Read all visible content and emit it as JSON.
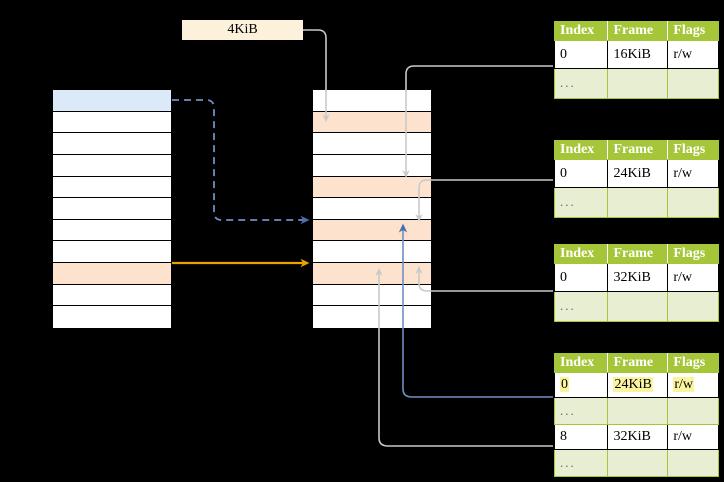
{
  "diagram": {
    "title_label": "4KiB",
    "accent_colors": {
      "table_header_green": "#a6c63a",
      "dots_row_green": "#e8eed2",
      "highlight_yellow": "#faf4a0",
      "selected_blue_row": "#dce9f9",
      "selected_peach_row": "#fde3cd",
      "size_label_bg": "#fdf1dc",
      "blue_arrow": "#6f8fc4",
      "orange_arrow": "#e8a302",
      "gray_arrow": "#b9b9b9"
    },
    "left_column": {
      "name": "virtual-address-space",
      "rows": [
        {
          "index": 0,
          "fill": "blue",
          "label": ""
        },
        {
          "index": 1,
          "fill": "white",
          "label": ""
        },
        {
          "index": 2,
          "fill": "white",
          "label": ""
        },
        {
          "index": 3,
          "fill": "white",
          "label": ""
        },
        {
          "index": 4,
          "fill": "white",
          "label": ""
        },
        {
          "index": 5,
          "fill": "white",
          "label": ""
        },
        {
          "index": 6,
          "fill": "white",
          "label": ""
        },
        {
          "index": 7,
          "fill": "white",
          "label": ""
        },
        {
          "index": 8,
          "fill": "peach",
          "label": ""
        },
        {
          "index": 9,
          "fill": "white",
          "label": ""
        },
        {
          "index": 10,
          "fill": "white",
          "label": ""
        }
      ]
    },
    "middle_column": {
      "name": "physical-memory",
      "rows": [
        {
          "index": 0,
          "fill": "white",
          "label": ""
        },
        {
          "index": 1,
          "fill": "peach",
          "label": ""
        },
        {
          "index": 2,
          "fill": "white",
          "label": ""
        },
        {
          "index": 3,
          "fill": "white",
          "label": ""
        },
        {
          "index": 4,
          "fill": "peach",
          "label": ""
        },
        {
          "index": 5,
          "fill": "white",
          "label": ""
        },
        {
          "index": 6,
          "fill": "peach",
          "label": ""
        },
        {
          "index": 7,
          "fill": "white",
          "label": ""
        },
        {
          "index": 8,
          "fill": "peach",
          "label": ""
        },
        {
          "index": 9,
          "fill": "white",
          "label": ""
        },
        {
          "index": 10,
          "fill": "white",
          "label": ""
        }
      ]
    },
    "tables": [
      {
        "name": "page-table-level-1",
        "columns": [
          "Index",
          "Frame",
          "Flags"
        ],
        "rows": [
          {
            "type": "data",
            "cells": [
              "0",
              "16KiB",
              "r/w"
            ],
            "highlight": false
          },
          {
            "type": "dots",
            "cells": [
              "...",
              "",
              ""
            ],
            "highlight": false
          }
        ]
      },
      {
        "name": "page-table-level-2",
        "columns": [
          "Index",
          "Frame",
          "Flags"
        ],
        "rows": [
          {
            "type": "data",
            "cells": [
              "0",
              "24KiB",
              "r/w"
            ],
            "highlight": false
          },
          {
            "type": "dots",
            "cells": [
              "...",
              "",
              ""
            ],
            "highlight": false
          }
        ]
      },
      {
        "name": "page-table-level-3",
        "columns": [
          "Index",
          "Frame",
          "Flags"
        ],
        "rows": [
          {
            "type": "data",
            "cells": [
              "0",
              "32KiB",
              "r/w"
            ],
            "highlight": false
          },
          {
            "type": "dots",
            "cells": [
              "...",
              "",
              ""
            ],
            "highlight": false
          }
        ]
      },
      {
        "name": "page-table-level-4",
        "columns": [
          "Index",
          "Frame",
          "Flags"
        ],
        "rows": [
          {
            "type": "data",
            "cells": [
              "0",
              "24KiB",
              "r/w"
            ],
            "highlight": true
          },
          {
            "type": "dots",
            "cells": [
              "...",
              "",
              ""
            ],
            "highlight": false
          },
          {
            "type": "data",
            "cells": [
              "8",
              "32KiB",
              "r/w"
            ],
            "highlight": false
          },
          {
            "type": "dots",
            "cells": [
              "...",
              "",
              ""
            ],
            "highlight": false
          }
        ]
      }
    ],
    "connections": [
      {
        "name": "virtual-page-to-physical-frame",
        "style": "dashed",
        "color": "#6f8fc4",
        "from": "left-row-0",
        "to": "middle-row-6"
      },
      {
        "name": "virtual-page-mapped",
        "style": "solid",
        "color": "#e8a302",
        "from": "left-row-8",
        "to": "middle-row-8"
      },
      {
        "name": "size-label-to-frame",
        "style": "solid",
        "color": "#b9b9b9",
        "from": "size-label",
        "to": "middle-row-1"
      },
      {
        "name": "table1-to-frame",
        "style": "solid",
        "color": "#b9b9b9",
        "from": "table-1-row-0",
        "to": "middle-row-4"
      },
      {
        "name": "table2-to-frame",
        "style": "solid",
        "color": "#b9b9b9",
        "from": "table-2-row-0",
        "to": "middle-row-6"
      },
      {
        "name": "table3-to-frame",
        "style": "solid",
        "color": "#b9b9b9",
        "from": "table-3-row-0",
        "to": "middle-row-8"
      },
      {
        "name": "table4-row0-to-frame",
        "style": "solid",
        "color": "#6f8fc4",
        "from": "table-4-row-0",
        "to": "middle-row-6"
      },
      {
        "name": "table4-row8-to-frame",
        "style": "solid",
        "color": "#b9b9b9",
        "from": "table-4-row-2",
        "to": "middle-row-8"
      }
    ]
  }
}
